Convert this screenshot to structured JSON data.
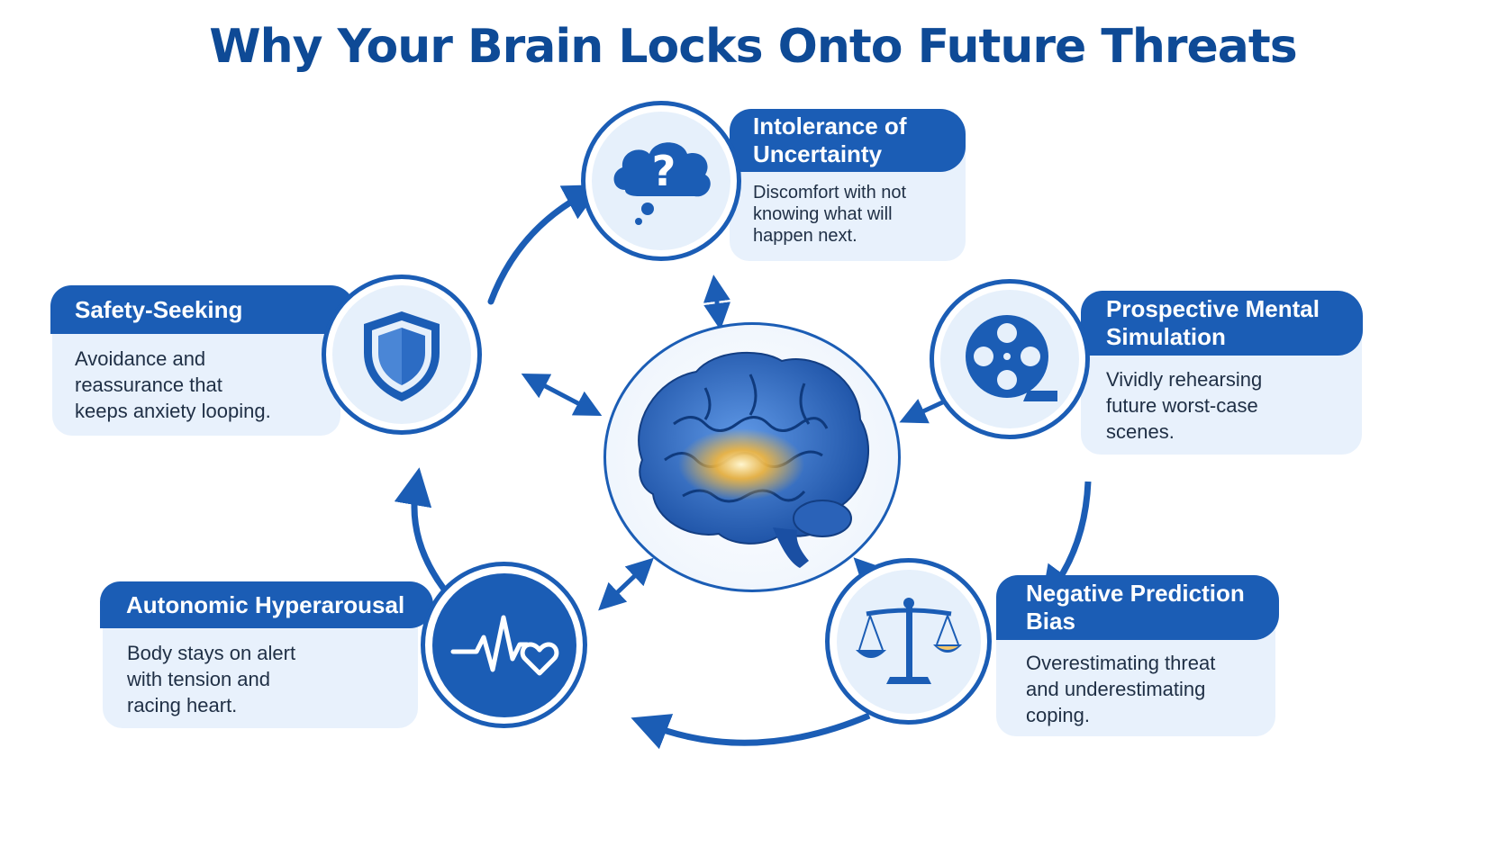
{
  "title": "Why Your Brain Locks Onto Future Threats",
  "colors": {
    "primary": "#1b5db5",
    "title": "#0e4a96",
    "card_bg": "#e8f1fc",
    "glow": "#f5b73b"
  },
  "center": {
    "icon": "brain-icon"
  },
  "nodes": {
    "uncertainty": {
      "icon": "question-cloud-icon",
      "title_line1": "Intolerance of",
      "title_line2": "Uncertainty",
      "desc_line1": "Discomfort with not",
      "desc_line2": "knowing what will",
      "desc_line3": "happen next."
    },
    "simulation": {
      "icon": "film-reel-icon",
      "title_line1": "Prospective Mental",
      "title_line2": "Simulation",
      "desc_line1": "Vividly rehearsing",
      "desc_line2": "future worst-case",
      "desc_line3": "scenes."
    },
    "prediction": {
      "icon": "scales-icon",
      "title_line1": "Negative Prediction",
      "title_line2": "Bias",
      "desc_line1": "Overestimating threat",
      "desc_line2": "and underestimating",
      "desc_line3": "coping."
    },
    "hyperarousal": {
      "icon": "heartbeat-icon",
      "title_line1": "Autonomic Hyperarousal",
      "desc_line1": "Body stays on alert",
      "desc_line2": "with tension and",
      "desc_line3": "racing heart."
    },
    "safety": {
      "icon": "shield-icon",
      "title_line1": "Safety-Seeking",
      "desc_line1": "Avoidance and",
      "desc_line2": "reassurance that",
      "desc_line3": "keeps anxiety looping."
    }
  }
}
